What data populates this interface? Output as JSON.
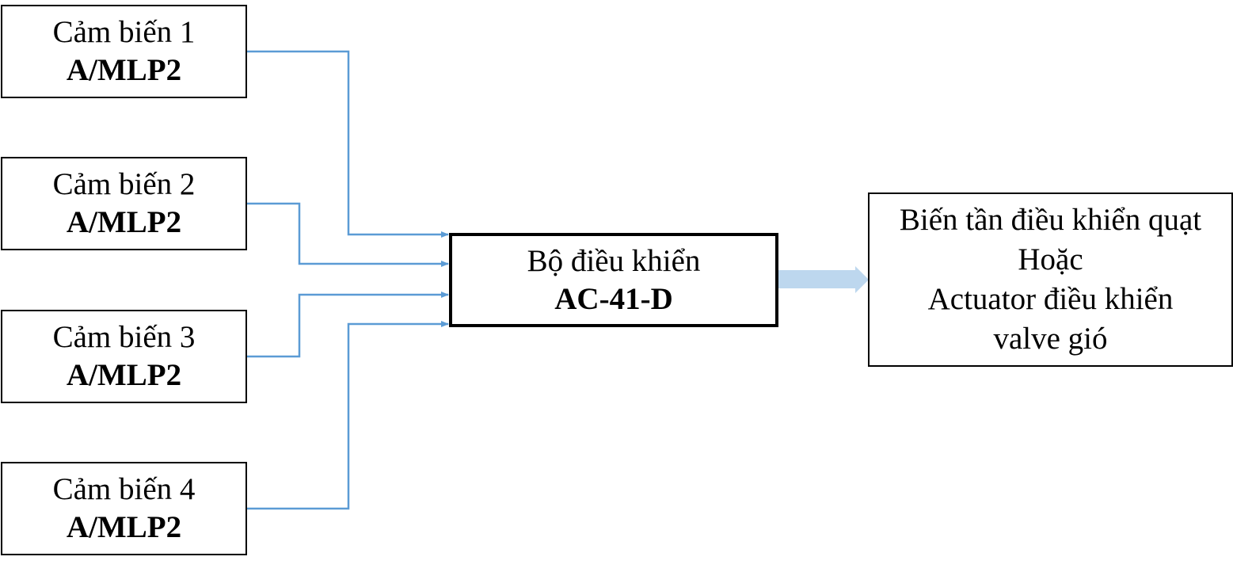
{
  "sensors": [
    {
      "label": "Cảm biến 1",
      "model": "A/MLP2"
    },
    {
      "label": "Cảm biến 2",
      "model": "A/MLP2"
    },
    {
      "label": "Cảm biến 3",
      "model": "A/MLP2"
    },
    {
      "label": "Cảm biến 4",
      "model": "A/MLP2"
    }
  ],
  "controller": {
    "label": "Bộ điều khiển",
    "model": "AC-41-D"
  },
  "output": {
    "line1": "Biến tần điều khiển quạt",
    "line2": "Hoặc",
    "line3": "Actuator điều khiển",
    "line4": "valve gió"
  },
  "colors": {
    "connector": "#5b9bd5",
    "output_arrow": "#bdd7ee",
    "box_border": "#000000"
  }
}
